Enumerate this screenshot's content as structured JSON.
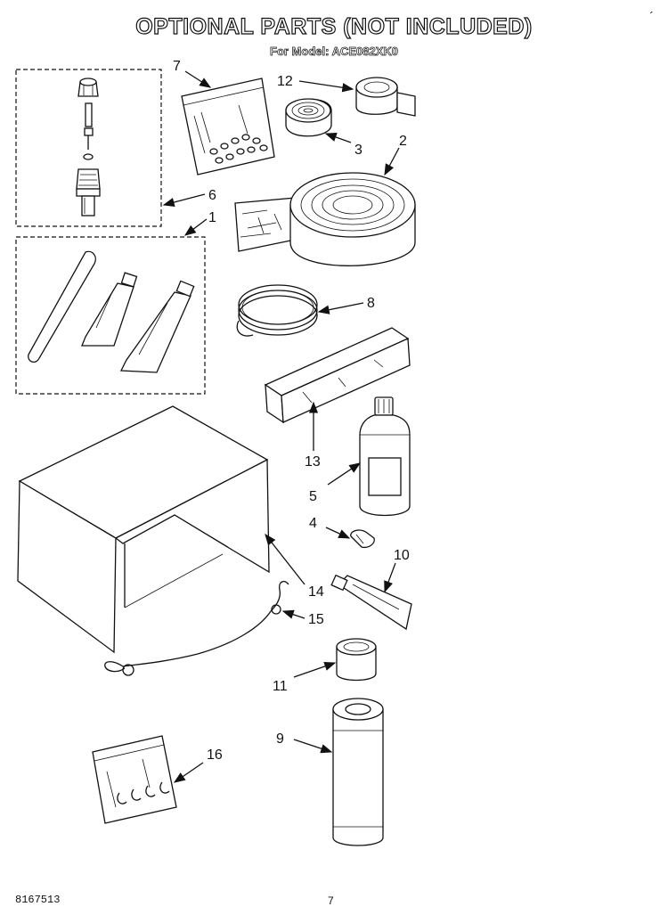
{
  "header": {
    "title": "OPTIONAL PARTS (NOT INCLUDED)",
    "model_line": "For Model: ACE082XK0",
    "corner_mark": "´"
  },
  "footer": {
    "doc_number": "8167513",
    "page_number": "7"
  },
  "callouts": {
    "c1": "1",
    "c2": "2",
    "c3": "3",
    "c4": "4",
    "c5": "5",
    "c6": "6",
    "c7": "7",
    "c8": "8",
    "c9": "9",
    "c10": "10",
    "c11": "11",
    "c12": "12",
    "c13": "13",
    "c14": "14",
    "c15": "15",
    "c16": "16"
  }
}
